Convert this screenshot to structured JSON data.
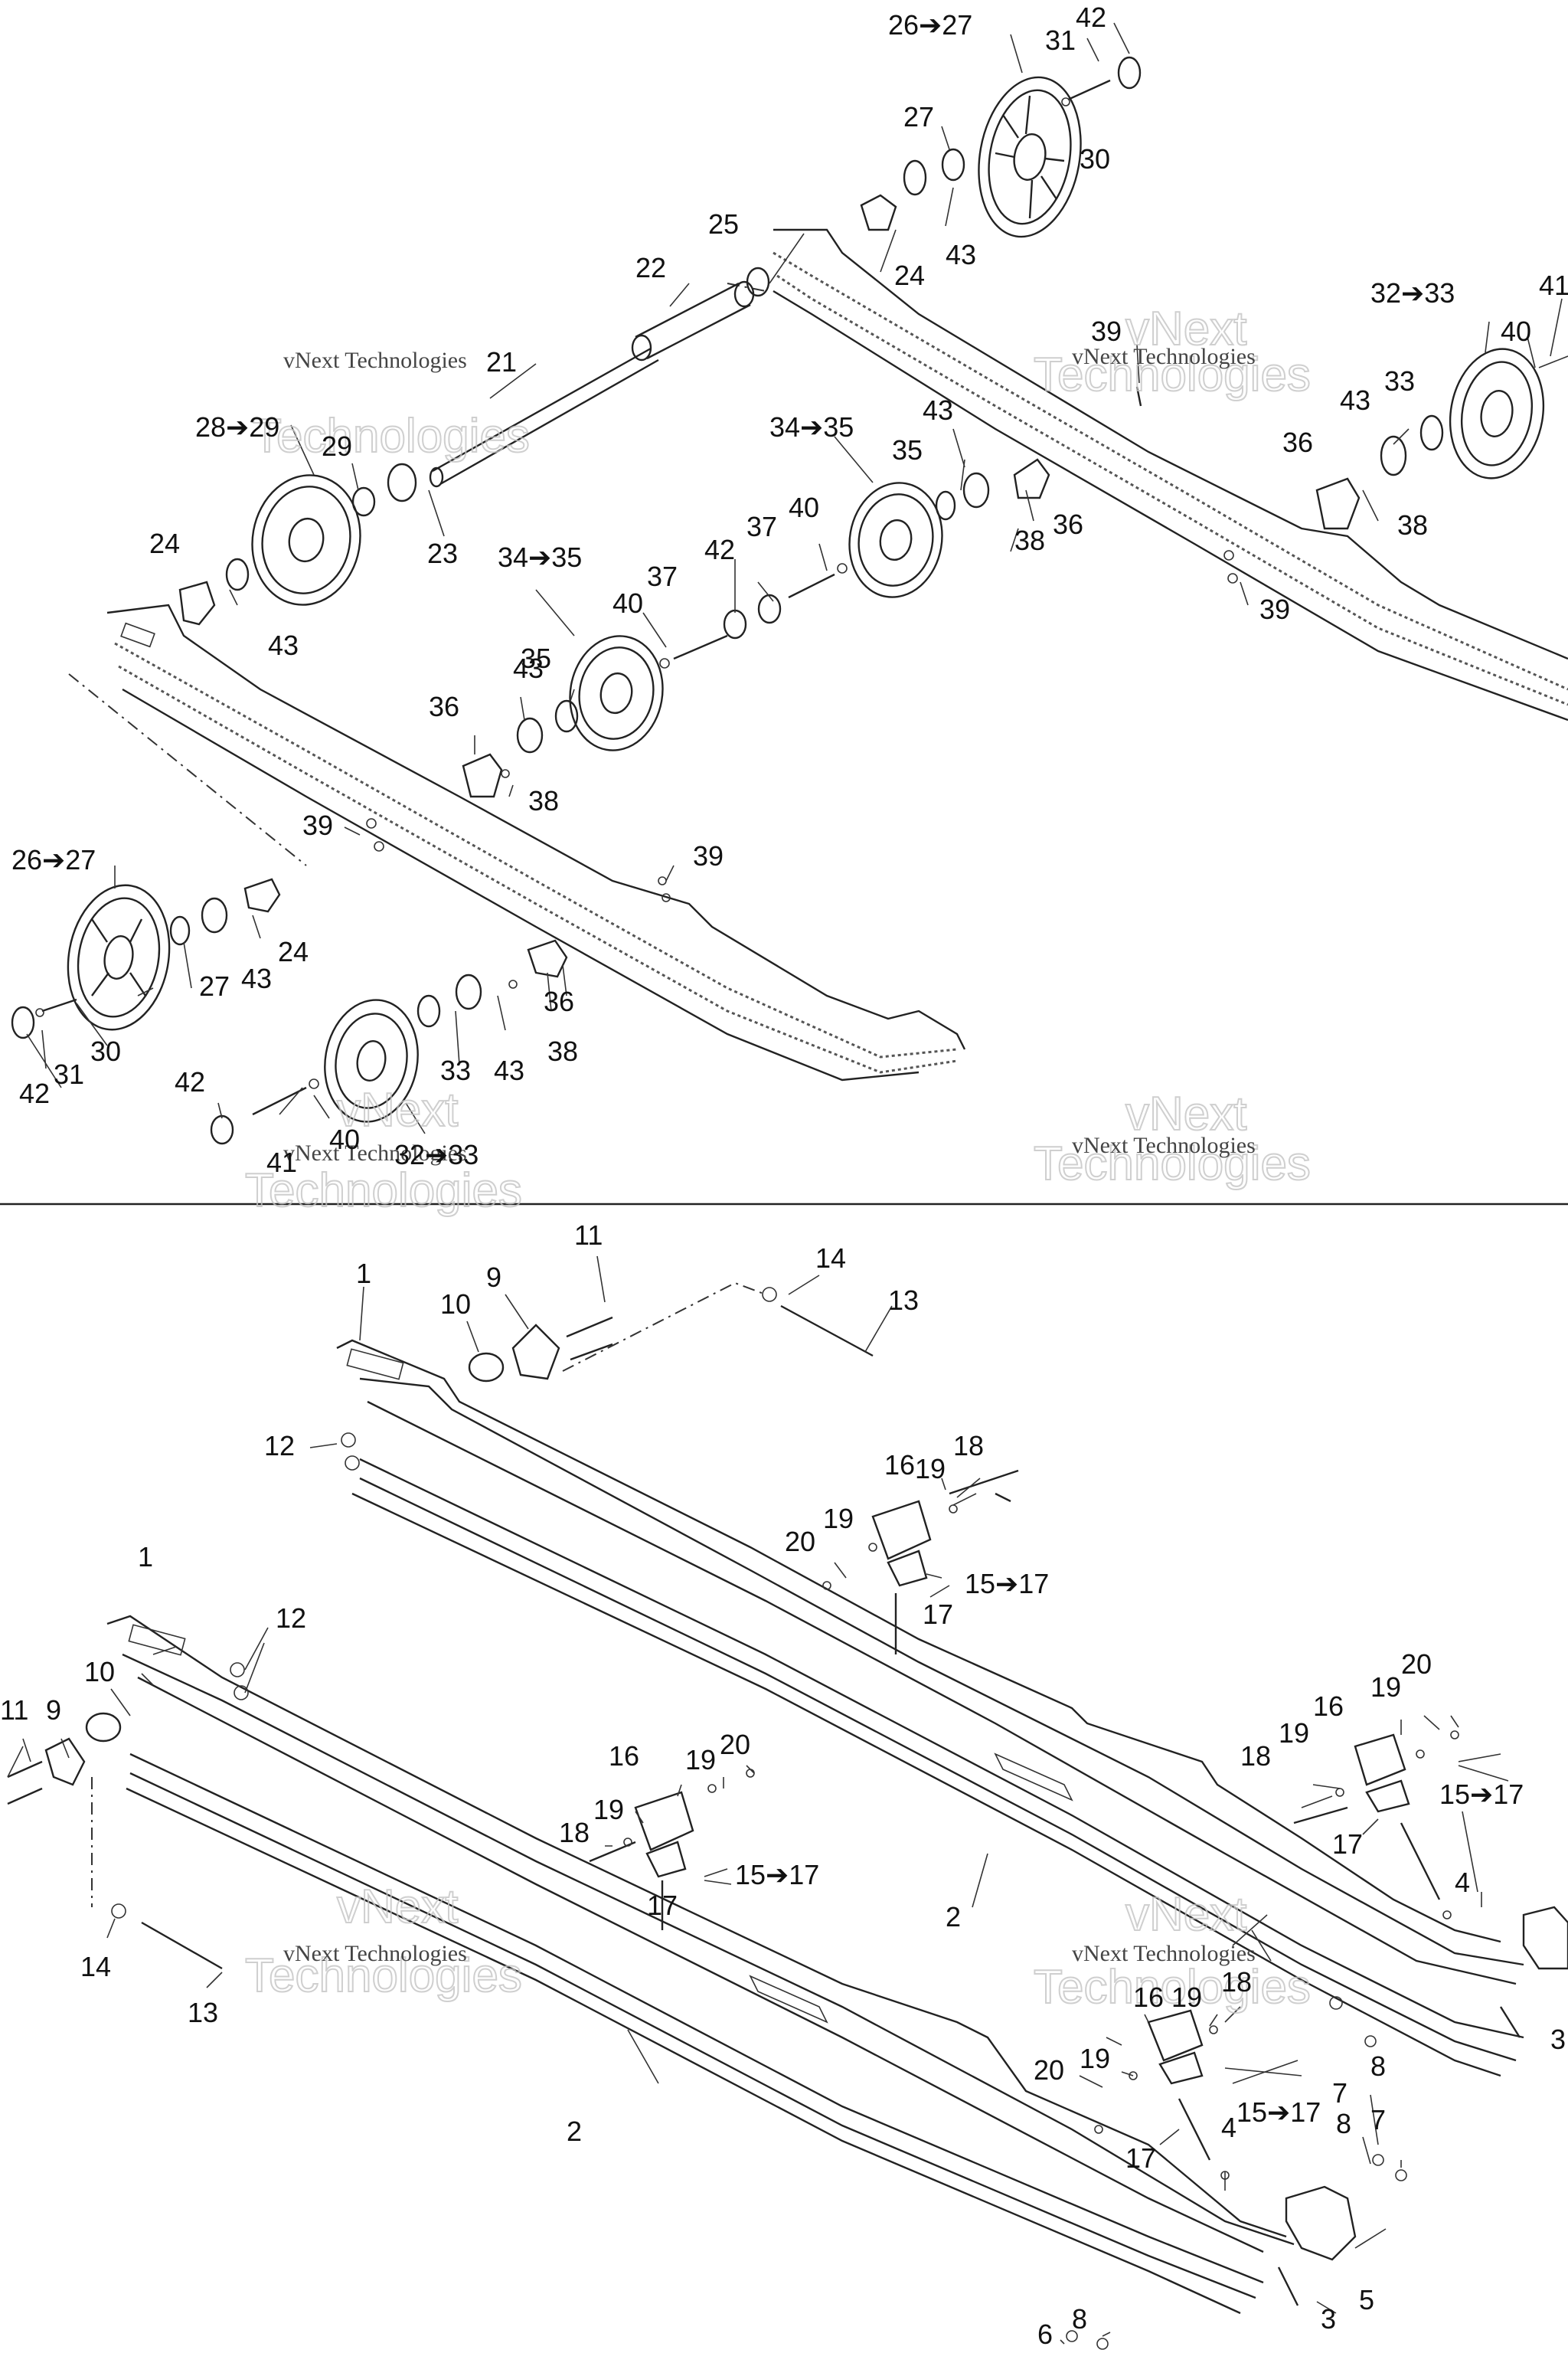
{
  "watermark": {
    "line1": "vNext Technologies",
    "line2": "Technologies",
    "line3": "vNext"
  },
  "labels": {
    "top": [
      {
        "id": "t1",
        "text": "26➔27"
      },
      {
        "id": "t2",
        "text": "31"
      },
      {
        "id": "t3",
        "text": "42"
      },
      {
        "id": "t4",
        "text": "27"
      },
      {
        "id": "t5",
        "text": "30"
      },
      {
        "id": "t6",
        "text": "43"
      },
      {
        "id": "t7",
        "text": "25"
      },
      {
        "id": "t8",
        "text": "24"
      },
      {
        "id": "t9",
        "text": "22"
      },
      {
        "id": "t10",
        "text": "39"
      },
      {
        "id": "t11",
        "text": "32➔33"
      },
      {
        "id": "t12",
        "text": "41"
      },
      {
        "id": "t13",
        "text": "40"
      },
      {
        "id": "t14",
        "text": "21"
      },
      {
        "id": "t15",
        "text": "33"
      },
      {
        "id": "t16",
        "text": "43"
      },
      {
        "id": "t17",
        "text": "28➔29"
      },
      {
        "id": "t18",
        "text": "29"
      },
      {
        "id": "t19",
        "text": "34➔35"
      },
      {
        "id": "t20",
        "text": "43"
      },
      {
        "id": "t21",
        "text": "36"
      },
      {
        "id": "t22",
        "text": "35"
      },
      {
        "id": "t23",
        "text": "38"
      },
      {
        "id": "t24",
        "text": "23"
      },
      {
        "id": "t25",
        "text": "36"
      },
      {
        "id": "t26",
        "text": "24"
      },
      {
        "id": "t27",
        "text": "37"
      },
      {
        "id": "t28",
        "text": "40"
      },
      {
        "id": "t29",
        "text": "38"
      },
      {
        "id": "t30",
        "text": "34➔35"
      },
      {
        "id": "t31",
        "text": "42"
      },
      {
        "id": "t32",
        "text": "39"
      },
      {
        "id": "t33",
        "text": "43"
      },
      {
        "id": "t34",
        "text": "37"
      },
      {
        "id": "t35",
        "text": "40"
      },
      {
        "id": "t36",
        "text": "43"
      },
      {
        "id": "t37",
        "text": "35"
      },
      {
        "id": "t38",
        "text": "36"
      },
      {
        "id": "t39",
        "text": "38"
      },
      {
        "id": "t40",
        "text": "39"
      },
      {
        "id": "t41",
        "text": "39"
      },
      {
        "id": "t42",
        "text": "26➔27"
      },
      {
        "id": "t43",
        "text": "24"
      },
      {
        "id": "t44",
        "text": "27"
      },
      {
        "id": "t45",
        "text": "43"
      },
      {
        "id": "t46",
        "text": "36"
      },
      {
        "id": "t47",
        "text": "30"
      },
      {
        "id": "t48",
        "text": "31"
      },
      {
        "id": "t49",
        "text": "42"
      },
      {
        "id": "t50",
        "text": "38"
      },
      {
        "id": "t51",
        "text": "33"
      },
      {
        "id": "t52",
        "text": "43"
      },
      {
        "id": "t53",
        "text": "42"
      },
      {
        "id": "t54",
        "text": "40"
      },
      {
        "id": "t55",
        "text": "41"
      },
      {
        "id": "t56",
        "text": "32➔33"
      }
    ],
    "bottom": [
      {
        "id": "b1",
        "text": "11"
      },
      {
        "id": "b2",
        "text": "14"
      },
      {
        "id": "b3",
        "text": "1"
      },
      {
        "id": "b4",
        "text": "9"
      },
      {
        "id": "b5",
        "text": "10"
      },
      {
        "id": "b6",
        "text": "13"
      },
      {
        "id": "b7",
        "text": "12"
      },
      {
        "id": "b8",
        "text": "18"
      },
      {
        "id": "b9",
        "text": "16"
      },
      {
        "id": "b10",
        "text": "19"
      },
      {
        "id": "b11",
        "text": "19"
      },
      {
        "id": "b12",
        "text": "20"
      },
      {
        "id": "b13",
        "text": "15➔17"
      },
      {
        "id": "b14",
        "text": "17"
      },
      {
        "id": "b15",
        "text": "1"
      },
      {
        "id": "b16",
        "text": "12"
      },
      {
        "id": "b17",
        "text": "20"
      },
      {
        "id": "b18",
        "text": "19"
      },
      {
        "id": "b19",
        "text": "16"
      },
      {
        "id": "b20",
        "text": "11"
      },
      {
        "id": "b21",
        "text": "9"
      },
      {
        "id": "b22",
        "text": "10"
      },
      {
        "id": "b23",
        "text": "18"
      },
      {
        "id": "b24",
        "text": "19"
      },
      {
        "id": "b25",
        "text": "15➔17"
      },
      {
        "id": "b26",
        "text": "17"
      },
      {
        "id": "b27",
        "text": "16"
      },
      {
        "id": "b28",
        "text": "20"
      },
      {
        "id": "b29",
        "text": "19"
      },
      {
        "id": "b30",
        "text": "19"
      },
      {
        "id": "b31",
        "text": "18"
      },
      {
        "id": "b32",
        "text": "15➔17"
      },
      {
        "id": "b33",
        "text": "17"
      },
      {
        "id": "b34",
        "text": "2"
      },
      {
        "id": "b35",
        "text": "4"
      },
      {
        "id": "b36",
        "text": "14"
      },
      {
        "id": "b37",
        "text": "13"
      },
      {
        "id": "b38",
        "text": "3"
      },
      {
        "id": "b39",
        "text": "16"
      },
      {
        "id": "b40",
        "text": "19"
      },
      {
        "id": "b41",
        "text": "18"
      },
      {
        "id": "b42",
        "text": "8"
      },
      {
        "id": "b43",
        "text": "7"
      },
      {
        "id": "b44",
        "text": "20"
      },
      {
        "id": "b45",
        "text": "19"
      },
      {
        "id": "b46",
        "text": "15➔17"
      },
      {
        "id": "b47",
        "text": "17"
      },
      {
        "id": "b48",
        "text": "2"
      },
      {
        "id": "b49",
        "text": "8"
      },
      {
        "id": "b50",
        "text": "7"
      },
      {
        "id": "b51",
        "text": "4"
      },
      {
        "id": "b52",
        "text": "5"
      },
      {
        "id": "b53",
        "text": "3"
      },
      {
        "id": "b54",
        "text": "6"
      },
      {
        "id": "b55",
        "text": "8"
      }
    ]
  }
}
